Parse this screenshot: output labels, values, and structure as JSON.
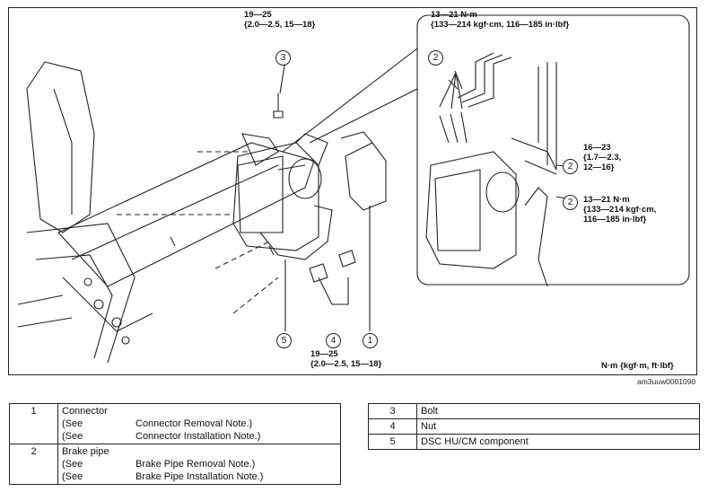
{
  "torques": {
    "bolt_top": [
      "19—25",
      "{2.0—2.5, 15—18}"
    ],
    "nut_bottom": [
      "19—25",
      "{2.0—2.5, 15—18}"
    ],
    "inset_top": [
      "13—21 N·m",
      "{133—214 kgf·cm, 116—185 in·lbf}"
    ],
    "inset_mid": [
      "16—23",
      "{1.7—2.3,",
      "12—16}"
    ],
    "inset_low": [
      "13—21 N·m",
      "{133—214 kgf·cm,",
      "116—185 in·lbf}"
    ]
  },
  "callouts": {
    "c1": "1",
    "c2a": "2",
    "c2b": "2",
    "c2c": "2",
    "c3": "3",
    "c4": "4",
    "c5": "5"
  },
  "units_label": "N·m {kgf·m, ft·lbf}",
  "figure_id": "am3uuw0001090",
  "table_left": {
    "rows": [
      {
        "num": "1",
        "name": "Connector",
        "lines": [
          [
            "(See",
            "Connector Removal Note.)"
          ],
          [
            "(See",
            "Connector Installation Note.)"
          ]
        ]
      },
      {
        "num": "2",
        "name": "Brake pipe",
        "lines": [
          [
            "(See",
            "Brake Pipe Removal Note.)"
          ],
          [
            "(See",
            "Brake Pipe Installation Note.)"
          ]
        ]
      }
    ]
  },
  "table_right": {
    "rows": [
      {
        "num": "3",
        "name": "Bolt"
      },
      {
        "num": "4",
        "name": "Nut"
      },
      {
        "num": "5",
        "name": "DSC HU/CM component"
      }
    ]
  }
}
